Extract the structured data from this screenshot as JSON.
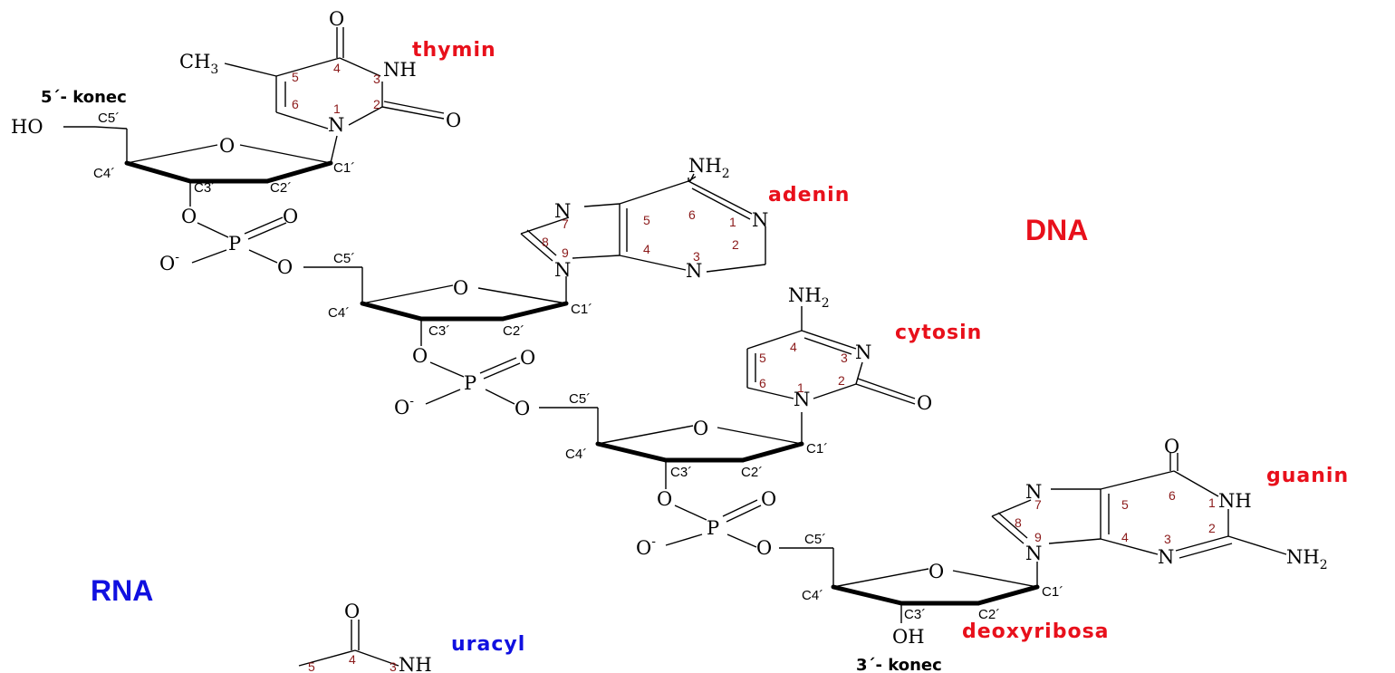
{
  "labels": {
    "dna": "DNA",
    "rna": "RNA",
    "five_end": "5´- konec",
    "three_end": "3´- konec",
    "sugar": "deoxyribosa"
  },
  "bases": {
    "thymin": "thymin",
    "adenin": "adenin",
    "cytosin": "cytosin",
    "guanin": "guanin",
    "uracyl": "uracyl"
  },
  "atoms": {
    "O": "O",
    "N": "N",
    "NH": "NH",
    "NH2_main": "NH",
    "sub2": "2",
    "sub3": "3",
    "CH": "CH",
    "P": "P",
    "HO": "HO",
    "OH": "OH",
    "Ominus": "O",
    "minus": "-"
  },
  "carbons": {
    "c1": "C1´",
    "c2": "C2´",
    "c3": "C3´",
    "c4": "C4´",
    "c5": "C5´"
  },
  "ring_numbers": [
    "1",
    "2",
    "3",
    "4",
    "5",
    "6",
    "7",
    "8",
    "9"
  ],
  "colors": {
    "dna_label": "#e8101b",
    "base_label": "#e8101b",
    "rna_label": "#1010e0",
    "uracyl_label": "#1010e0",
    "ring_numbers": "#8b1a1a",
    "structure": "#000000"
  }
}
